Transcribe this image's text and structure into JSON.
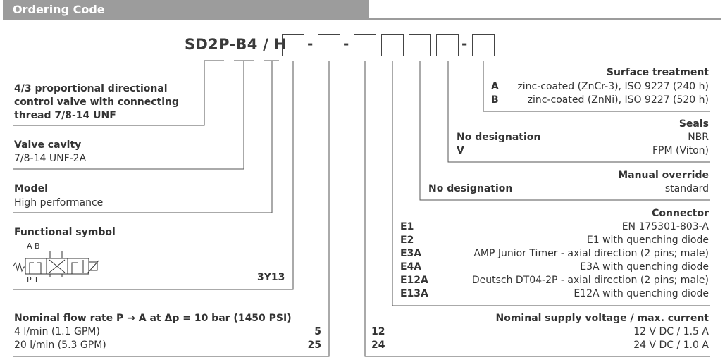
{
  "header": {
    "title": "Ordering Code"
  },
  "code": {
    "prefix": "SD2P-B4 / H",
    "dashes": [
      "-",
      "-",
      "-"
    ]
  },
  "left": {
    "description": [
      "4/3 proportional directional",
      "control valve with connecting",
      "thread 7/8-14 UNF"
    ],
    "valve_cavity": {
      "title": "Valve cavity",
      "value": "7/8-14 UNF-2A"
    },
    "model": {
      "title": "Model",
      "value": "High performance"
    },
    "functional_symbol": {
      "title": "Functional symbol",
      "code": "3Y13",
      "label_top": "A B",
      "label_bottom": "P T"
    },
    "flow": {
      "title": "Nominal flow rate P → A at Δp = 10 bar (1450 PSI)",
      "rows": [
        {
          "label": "4 l/min (1.1 GPM)",
          "code": "5"
        },
        {
          "label": "20 l/min (5.3 GPM)",
          "code": "25"
        }
      ]
    }
  },
  "right": {
    "surface": {
      "title": "Surface treatment",
      "rows": [
        {
          "code": "A",
          "value": "zinc-coated (ZnCr-3), ISO 9227 (240 h)"
        },
        {
          "code": "B",
          "value": "zinc-coated (ZnNi), ISO 9227 (520 h)"
        }
      ]
    },
    "seals": {
      "title": "Seals",
      "rows": [
        {
          "code": "No designation",
          "value": "NBR"
        },
        {
          "code": "V",
          "value": "FPM (Viton)"
        }
      ]
    },
    "manual_override": {
      "title": "Manual override",
      "code": "No designation",
      "value": "standard"
    },
    "connector": {
      "title": "Connector",
      "rows": [
        {
          "code": "E1",
          "value": "EN 175301-803-A"
        },
        {
          "code": "E2",
          "value": "E1 with quenching diode"
        },
        {
          "code": "E3A",
          "value": "AMP Junior Timer - axial direction (2 pins; male)"
        },
        {
          "code": "E4A",
          "value": "E3A with quenching diode"
        },
        {
          "code": "E12A",
          "value": "Deutsch DT04-2P - axial direction (2 pins; male)"
        },
        {
          "code": "E13A",
          "value": "E12A with quenching diode"
        }
      ]
    },
    "voltage": {
      "title": "Nominal supply voltage / max. current",
      "rows": [
        {
          "code": "12",
          "value": "12 V DC / 1.5 A"
        },
        {
          "code": "24",
          "value": "24 V DC / 1.0 A"
        }
      ]
    }
  }
}
